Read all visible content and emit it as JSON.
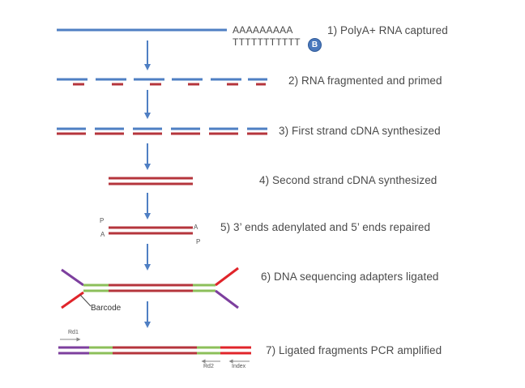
{
  "steps": [
    {
      "label": "1) PolyA+ RNA captured"
    },
    {
      "label": "2) RNA fragmented and primed"
    },
    {
      "label": "3) First strand cDNA synthesized"
    },
    {
      "label": "4) Second strand cDNA synthesized"
    },
    {
      "label": "5) 3’ ends adenylated and 5’ ends repaired"
    },
    {
      "label": "6) DNA sequencing adapters ligated"
    },
    {
      "label": "7) Ligated fragments PCR amplified"
    }
  ],
  "polya_text": "AAAAAAAAA",
  "polyt_text": "TTTTTTTTTTT",
  "biotin_label": "B",
  "end_letters": {
    "p_left": "P",
    "a_left": "A",
    "a_right": "A",
    "p_right": "P"
  },
  "barcode_label": "Barcode",
  "primers": {
    "rd1": "Rd1",
    "rd2": "Rd2",
    "index": "Index"
  },
  "colors": {
    "rna": "#4f7fc3",
    "cdna": "#b5353c",
    "adapter_green": "#8cbf5a",
    "adapter_red": "#e0242a",
    "adapter_purple": "#7d3f9e",
    "arrow": "#4f7fc3"
  }
}
